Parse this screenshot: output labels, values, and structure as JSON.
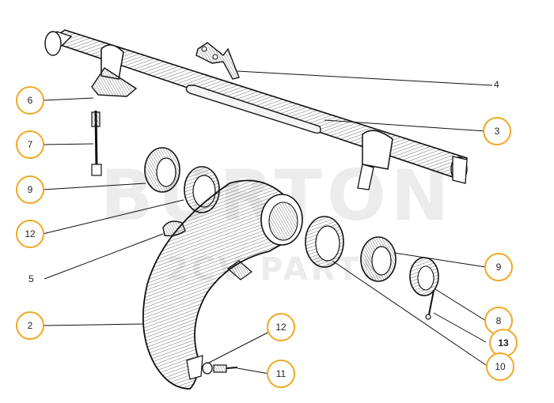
{
  "watermark": {
    "line1": "BURTON",
    "line2": "2CV PARTS"
  },
  "callouts": [
    {
      "id": "callout-6",
      "label": "6"
    },
    {
      "id": "callout-7",
      "label": "7"
    },
    {
      "id": "callout-9a",
      "label": "9"
    },
    {
      "id": "callout-12a",
      "label": "12"
    },
    {
      "id": "callout-2",
      "label": "2"
    },
    {
      "id": "callout-3",
      "label": "3"
    },
    {
      "id": "callout-9b",
      "label": "9"
    },
    {
      "id": "callout-8",
      "label": "8"
    },
    {
      "id": "callout-13",
      "label": "13"
    },
    {
      "id": "callout-10",
      "label": "10"
    },
    {
      "id": "callout-12b",
      "label": "12"
    },
    {
      "id": "callout-11",
      "label": "11"
    }
  ],
  "plain_labels": [
    {
      "id": "label-4",
      "label": "4"
    },
    {
      "id": "label-5",
      "label": "5"
    }
  ],
  "colors": {
    "callout_ring": "#f0a823",
    "ink": "#222222",
    "watermark": "#ececec"
  }
}
